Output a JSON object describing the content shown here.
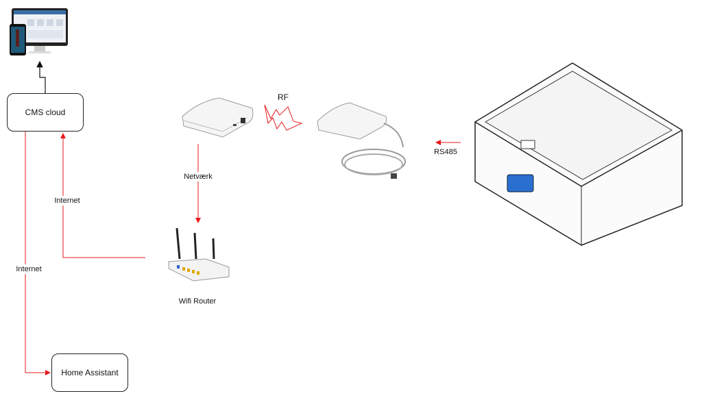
{
  "nodes": {
    "cms_cloud": "CMS cloud",
    "home_assistant": "Home Assistant",
    "wifi_router": "Wifi Router"
  },
  "edges": {
    "internet_ha": "Internet",
    "internet_router": "Internet",
    "network": "Netværk",
    "rf": "RF",
    "rs485": "RS485"
  },
  "colors": {
    "link": "#e8191b",
    "control": "#111111"
  }
}
